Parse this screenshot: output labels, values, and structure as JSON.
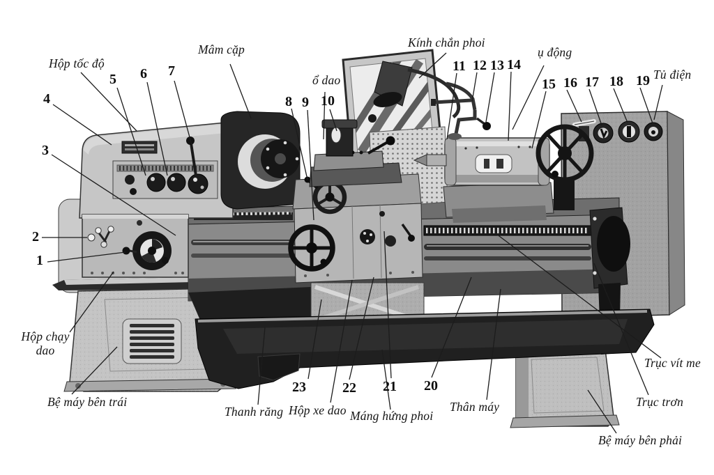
{
  "diagram": {
    "type": "labeled-technical-illustration",
    "subject": "Lathe machine parts diagram with Vietnamese labels",
    "labels": {
      "hop_toc_do": "Hộp tốc độ",
      "mam_cap": "Mâm cặp",
      "kinh_chan_phoi": "Kính chắn phoi",
      "o_dao": "ổ dao",
      "u_dong": "ụ động",
      "tu_dien": "Tủ điện",
      "hop_chay_dao": "Hộp chạy dao",
      "be_may_ben_trai": "Bệ máy bên trái",
      "thanh_rang": "Thanh răng",
      "hop_xe_dao": "Hộp xe dao",
      "mang_hung_phoi": "Máng hứng phoi",
      "than_may": "Thân máy",
      "truc_vit_me": "Trục vít me",
      "truc_tron": "Trục trơn",
      "be_may_ben_phai": "Bệ máy bên phải"
    },
    "numbers": {
      "n1": "1",
      "n2": "2",
      "n3": "3",
      "n4": "4",
      "n5": "5",
      "n6": "6",
      "n7": "7",
      "n8": "8",
      "n9": "9",
      "n10": "10",
      "n11": "11",
      "n12": "12",
      "n13": "13",
      "n14": "14",
      "n15": "15",
      "n16": "16",
      "n17": "17",
      "n18": "18",
      "n19": "19",
      "n20": "20",
      "n21": "21",
      "n22": "22",
      "n23": "23"
    },
    "colors": {
      "ink": "#141414",
      "body_light": "#c6c6c6",
      "body_mid": "#9e9e9e",
      "body_dark": "#2a2a2a",
      "near_black": "#141414",
      "background": "#ffffff"
    }
  }
}
